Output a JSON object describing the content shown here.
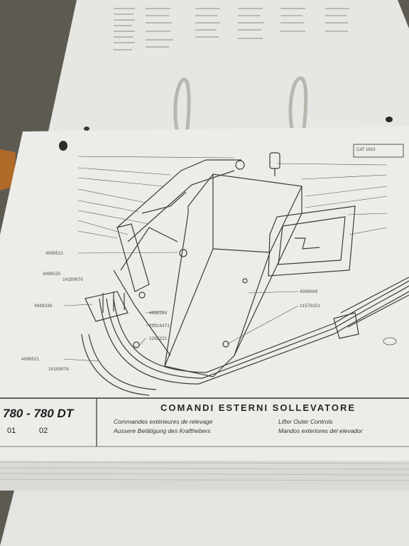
{
  "model": "780 - 780 DT",
  "page_codes": [
    "01",
    "02"
  ],
  "title_it": "COMANDI ESTERNI SOLLEVATORE",
  "title_fr": "Commandes extérieures de relevage",
  "title_de": "Aussere Betätigung des Krafthebers",
  "title_en": "Lifter Outer Controls",
  "title_es": "Mandos exteriores del elevador",
  "catalog_ref": "CAT 1613",
  "part_callouts": {
    "left": [
      "4998525",
      "14189876",
      "4989336",
      "4998521",
      "14189876",
      "4998511"
    ],
    "middle": [
      "4998288",
      "12616471",
      "1262221"
    ],
    "right": [
      "4998668",
      "11579151"
    ]
  }
}
